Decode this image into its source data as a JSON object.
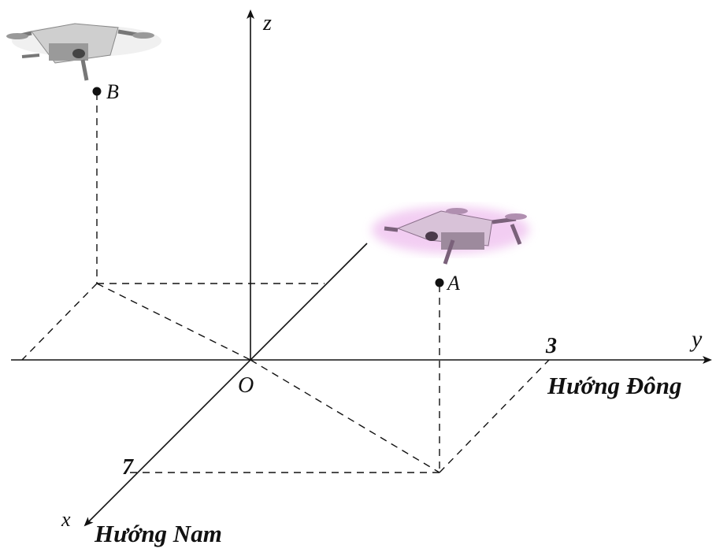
{
  "axes": {
    "x_label": "x",
    "y_label": "y",
    "z_label": "z",
    "origin_label": "O",
    "x_direction": "Hướng Nam",
    "y_direction": "Hướng Đông"
  },
  "ticks": {
    "x_value": "7",
    "y_value": "3"
  },
  "points": {
    "a_label": "A",
    "b_label": "B"
  },
  "colors": {
    "line": "#111111",
    "drone_a_glow": "#e8a6e8",
    "drone_b": "#bbbbbb"
  }
}
